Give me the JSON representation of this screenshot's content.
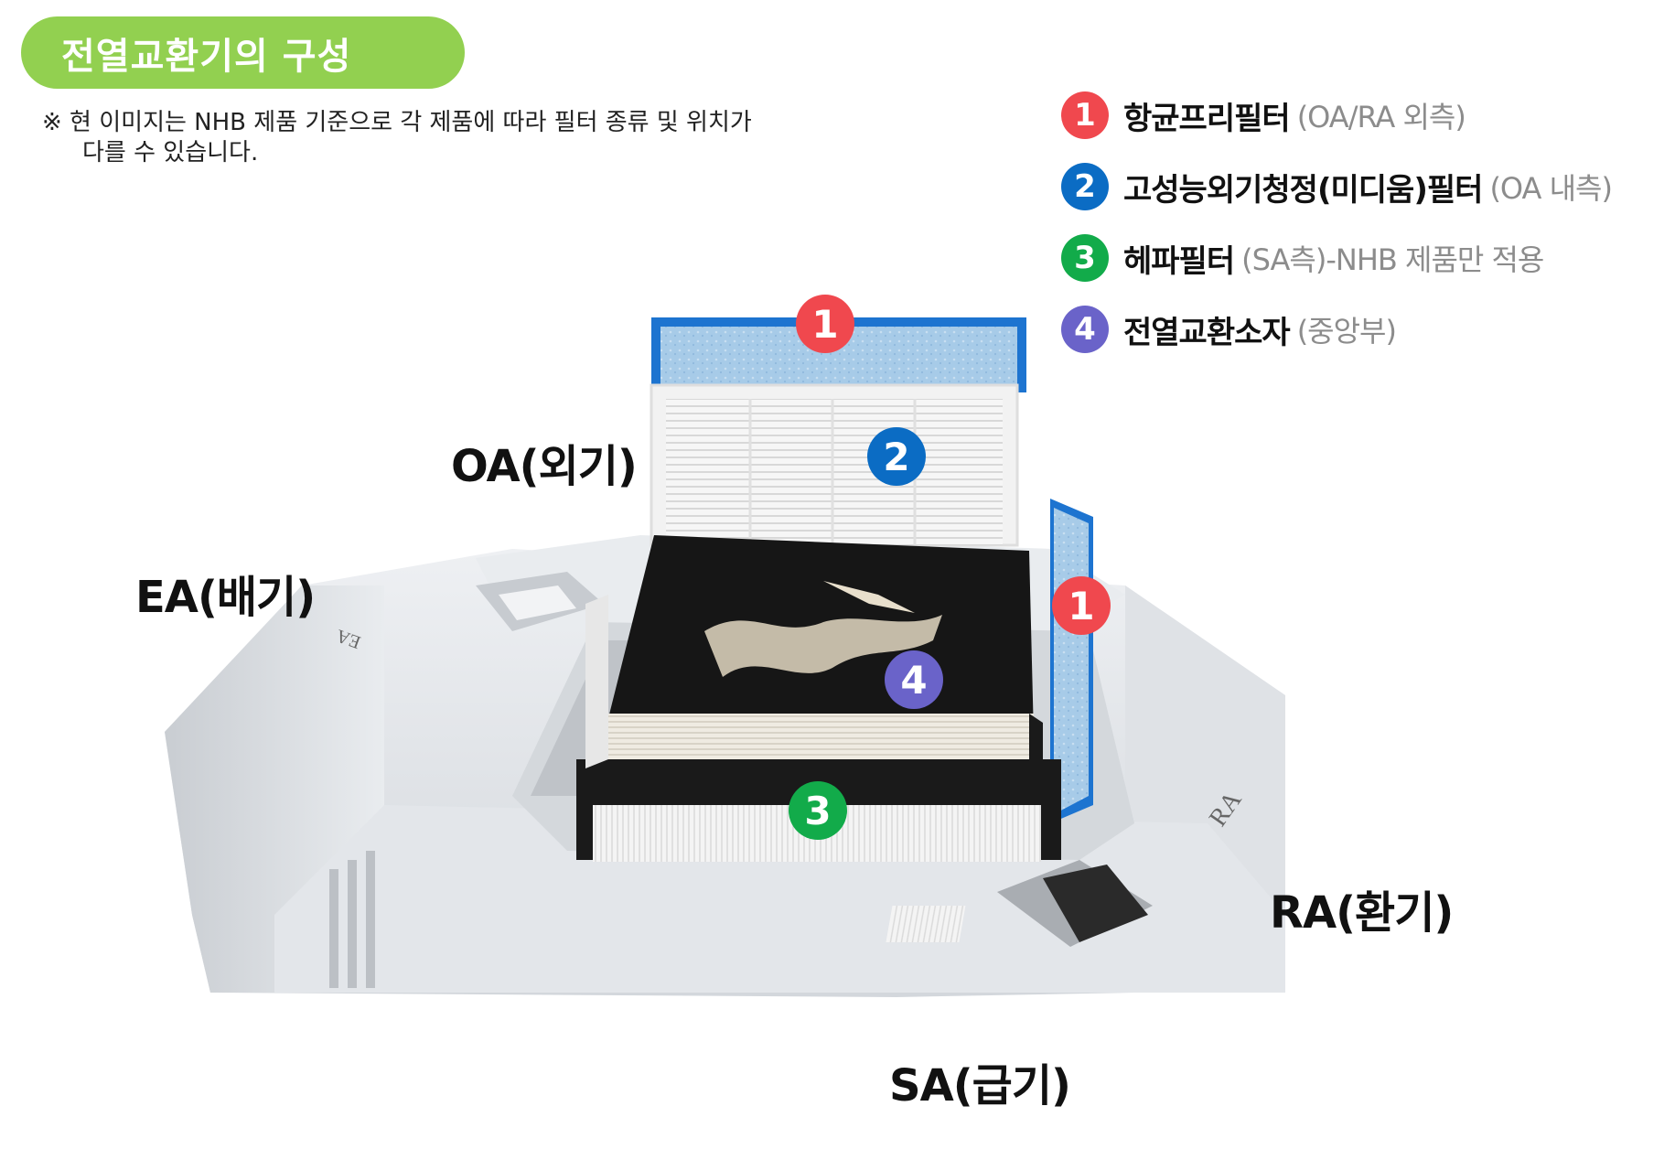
{
  "title": "전열교환기의 구성",
  "note": {
    "line1": "※ 현 이미지는 NHB 제품 기준으로 각 제품에 따라 필터 종류 및 위치가",
    "line2": "다를 수 있습니다."
  },
  "legend": [
    {
      "num": "1",
      "name": "항균프리필터",
      "desc": "(OA/RA 외측)",
      "color": "#f0484e"
    },
    {
      "num": "2",
      "name": "고성능외기청정(미디움)필터",
      "desc": "(OA 내측)",
      "color": "#0b6cc4"
    },
    {
      "num": "3",
      "name": "헤파필터",
      "desc": "(SA측)-NHB 제품만 적용",
      "color": "#12ab4a"
    },
    {
      "num": "4",
      "name": "전열교환소자",
      "desc": "(중앙부)",
      "color": "#6a63c9"
    }
  ],
  "ports": {
    "oa": "OA(외기)",
    "ea": "EA(배기)",
    "ra": "RA(환기)",
    "sa": "SA(급기)"
  },
  "unit_marks": {
    "ea": "EA",
    "ra": "RA"
  },
  "pins": [
    {
      "num": "1",
      "color": "#f0484e"
    },
    {
      "num": "2",
      "color": "#0b6cc4"
    },
    {
      "num": "1",
      "color": "#f0484e"
    },
    {
      "num": "4",
      "color": "#6a63c9"
    },
    {
      "num": "3",
      "color": "#12ab4a"
    }
  ]
}
